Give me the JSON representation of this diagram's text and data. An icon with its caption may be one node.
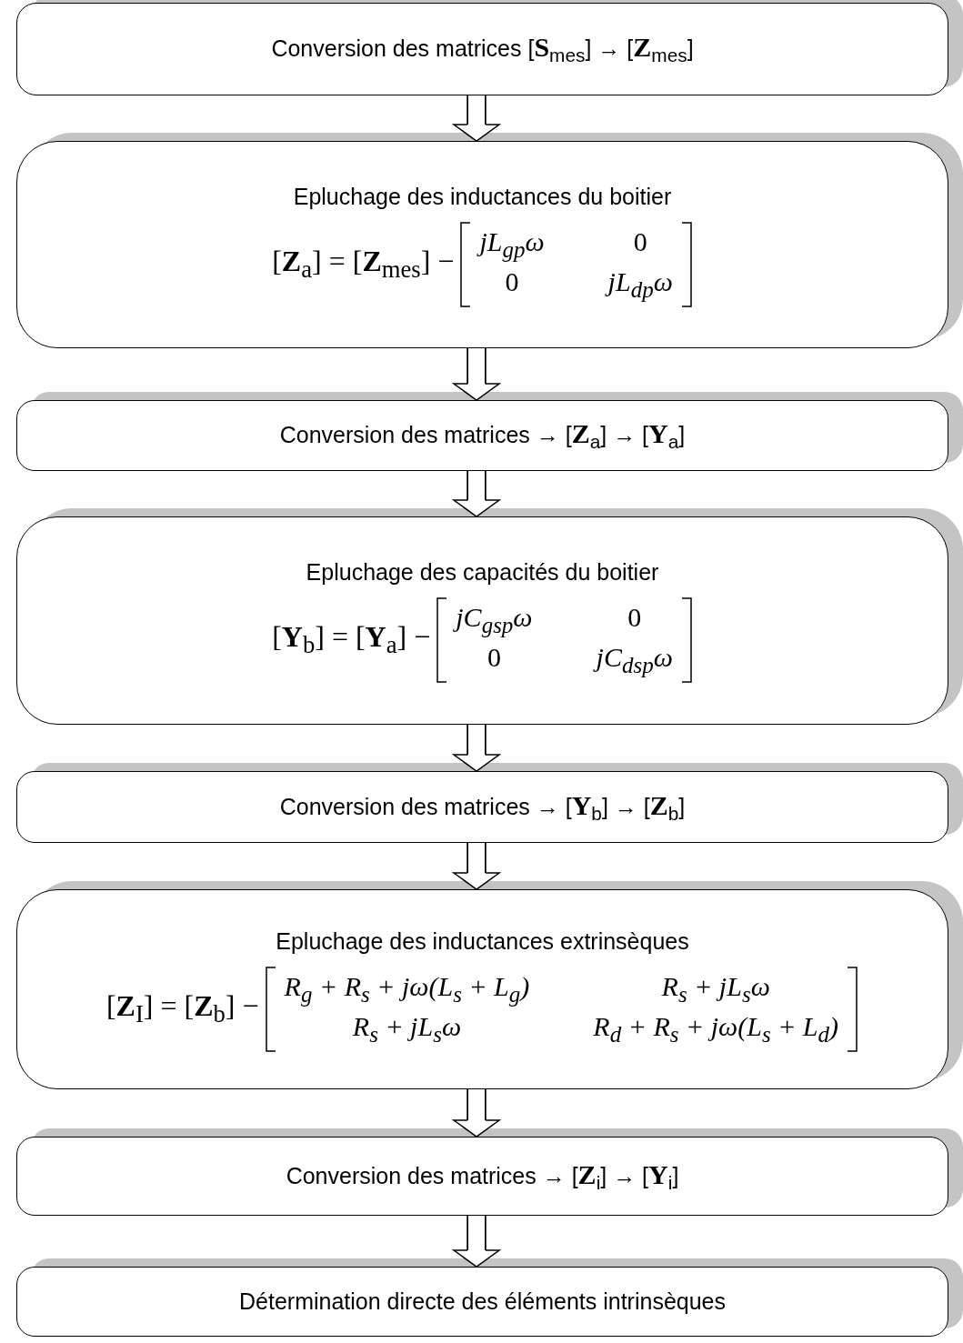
{
  "diagram": {
    "nodes": [
      {
        "text": [
          "Conversion des matrices [**S**$_{mes}$] → [**Z**$_{mes}$]"
        ]
      },
      {
        "text": [
          "Epluchage des inductances du boitier",
          "[**Z**$_{a}$] = [**Z**$_{mes}$] −",
          "jL$_{gp}$ω",
          "0",
          "0",
          "jL$_{dp}$ω"
        ]
      },
      {
        "text": [
          "Conversion des matrices → [**Z**$_{a}$] → [**Y**$_{a}$]"
        ]
      },
      {
        "text": [
          "Epluchage des capacités du boitier",
          "[**Y**$_{b}$] = [**Y**$_{a}$] −",
          "jC$_{gsp}$ω",
          "0",
          "0",
          "jC$_{dsp}$ω"
        ]
      },
      {
        "text": [
          "Conversion des matrices → [**Y**$_{b}$] → [**Z**$_{b}$]"
        ]
      },
      {
        "text": [
          "Epluchage des inductances extrinsèques",
          "[**Z**$_{I}$] = [**Z**$_{b}$] −",
          "R$_{g}$ + R$_{s}$ + jω(L$_{s}$ + L$_{g}$)",
          "R$_{s}$ + jL$_{s}$ω",
          "R$_{s}$ + jL$_{s}$ω",
          "R$_{d}$ + R$_{s}$ + jω(L$_{s}$ + L$_{d}$)"
        ]
      },
      {
        "text": [
          "Conversion des matrices → [**Z**$_{i}$] → [**Y**$_{i}$]"
        ]
      },
      {
        "text": [
          "Détermination directe des éléments intrinsèques"
        ]
      }
    ],
    "edges": [
      {
        "from": 0,
        "to": 1,
        "arrow": "to"
      },
      {
        "from": 1,
        "to": 2,
        "arrow": "to"
      },
      {
        "from": 2,
        "to": 3,
        "arrow": "to"
      },
      {
        "from": 3,
        "to": 4,
        "arrow": "to"
      },
      {
        "from": 4,
        "to": 5,
        "arrow": "to"
      },
      {
        "from": 5,
        "to": 6,
        "arrow": "to"
      },
      {
        "from": 6,
        "to": 7,
        "arrow": "to"
      }
    ]
  }
}
